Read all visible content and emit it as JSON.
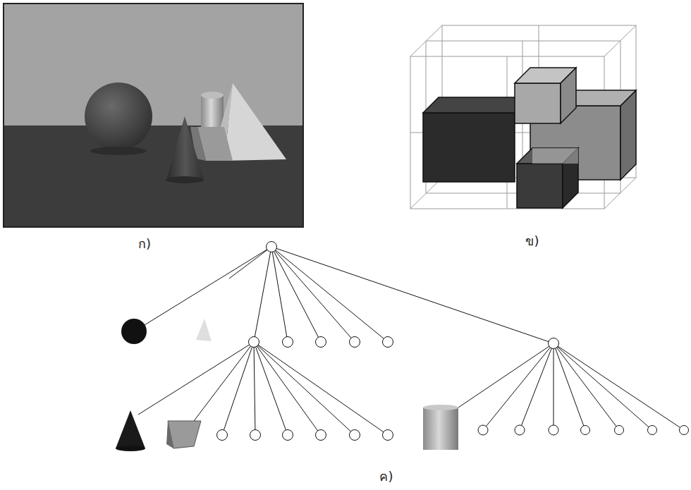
{
  "diagram": {
    "labels": [
      "ก)",
      "ข)",
      "ค)"
    ]
  }
}
